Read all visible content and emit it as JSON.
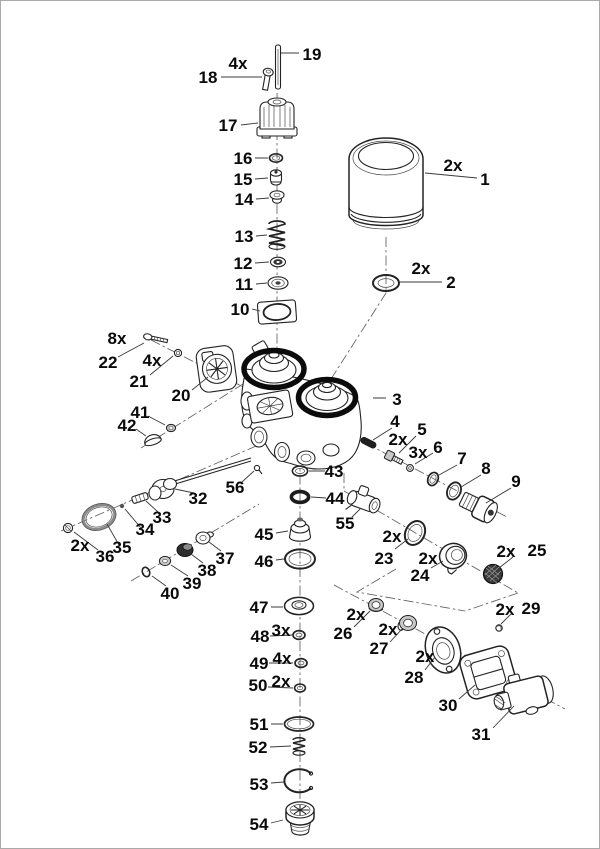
{
  "diagram": {
    "type": "exploded-parts-diagram",
    "colors": {
      "background": "#ffffff",
      "line": "#232323",
      "seal_ring": "#0b0b0b"
    },
    "parts": [
      {
        "number": "1",
        "qty": "2x"
      },
      {
        "number": "2",
        "qty": "2x"
      },
      {
        "number": "3",
        "qty": ""
      },
      {
        "number": "4",
        "qty": ""
      },
      {
        "number": "5",
        "qty": "2x"
      },
      {
        "number": "6",
        "qty": "3x"
      },
      {
        "number": "7",
        "qty": ""
      },
      {
        "number": "8",
        "qty": ""
      },
      {
        "number": "9",
        "qty": ""
      },
      {
        "number": "10",
        "qty": ""
      },
      {
        "number": "11",
        "qty": ""
      },
      {
        "number": "12",
        "qty": ""
      },
      {
        "number": "13",
        "qty": ""
      },
      {
        "number": "14",
        "qty": ""
      },
      {
        "number": "15",
        "qty": ""
      },
      {
        "number": "16",
        "qty": ""
      },
      {
        "number": "17",
        "qty": ""
      },
      {
        "number": "18",
        "qty": "4x"
      },
      {
        "number": "19",
        "qty": ""
      },
      {
        "number": "20",
        "qty": ""
      },
      {
        "number": "21",
        "qty": "4x"
      },
      {
        "number": "22",
        "qty": "8x"
      },
      {
        "number": "23",
        "qty": "2x"
      },
      {
        "number": "24",
        "qty": "2x"
      },
      {
        "number": "25",
        "qty": "2x"
      },
      {
        "number": "26",
        "qty": "2x"
      },
      {
        "number": "27",
        "qty": "2x"
      },
      {
        "number": "28",
        "qty": "2x"
      },
      {
        "number": "29",
        "qty": "2x"
      },
      {
        "number": "30",
        "qty": ""
      },
      {
        "number": "31",
        "qty": ""
      },
      {
        "number": "32",
        "qty": ""
      },
      {
        "number": "33",
        "qty": ""
      },
      {
        "number": "34",
        "qty": ""
      },
      {
        "number": "35",
        "qty": ""
      },
      {
        "number": "36",
        "qty": "2x"
      },
      {
        "number": "37",
        "qty": ""
      },
      {
        "number": "38",
        "qty": ""
      },
      {
        "number": "39",
        "qty": ""
      },
      {
        "number": "40",
        "qty": ""
      },
      {
        "number": "41",
        "qty": ""
      },
      {
        "number": "42",
        "qty": ""
      },
      {
        "number": "43",
        "qty": ""
      },
      {
        "number": "44",
        "qty": ""
      },
      {
        "number": "45",
        "qty": ""
      },
      {
        "number": "46",
        "qty": ""
      },
      {
        "number": "47",
        "qty": ""
      },
      {
        "number": "48",
        "qty": "3x"
      },
      {
        "number": "49",
        "qty": "4x"
      },
      {
        "number": "50",
        "qty": "2x"
      },
      {
        "number": "51",
        "qty": ""
      },
      {
        "number": "52",
        "qty": ""
      },
      {
        "number": "53",
        "qty": ""
      },
      {
        "number": "54",
        "qty": ""
      },
      {
        "number": "55",
        "qty": ""
      },
      {
        "number": "56",
        "qty": ""
      }
    ]
  }
}
